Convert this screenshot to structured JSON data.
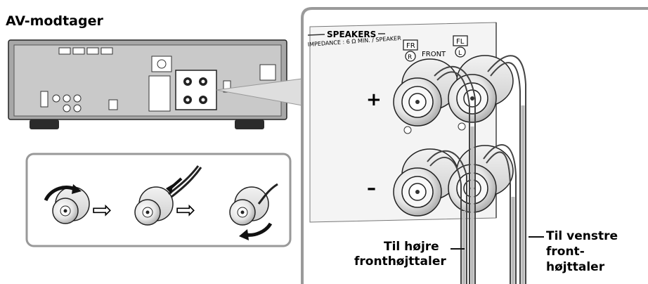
{
  "receiver": {
    "title": "AV-modtager"
  },
  "panel": {
    "speakers_heading": "SPEAKERS",
    "impedance": "IMPEDANCE : 6 Ω MIN. / SPEAKER",
    "terminal_right_code": "FR",
    "terminal_left_code": "FL",
    "right_symbol": "R",
    "left_symbol": "L",
    "front_label": "FRONT",
    "plus_sign": "+",
    "minus_sign": "–"
  },
  "callouts": {
    "right_line1": "Til højre",
    "right_line2": "fronthøjttaler",
    "left_line1": "Til venstre",
    "left_line2": "front-",
    "left_line3": "højttaler"
  },
  "steps": {
    "arrow_glyph": "⇨"
  }
}
